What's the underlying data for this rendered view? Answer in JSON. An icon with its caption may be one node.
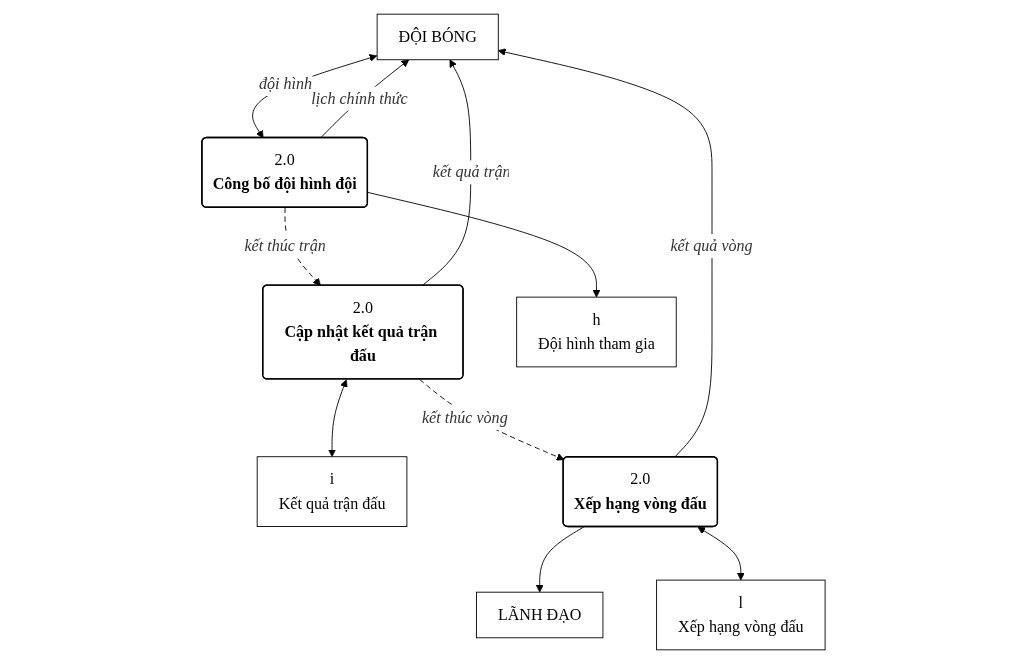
{
  "diagram": {
    "nodes": [
      {
        "text": [
          "ĐỘI BÓNG"
        ]
      },
      {
        "text": [
          "2.0",
          "Công bố đội hình đội"
        ]
      },
      {
        "text": [
          "2.0",
          "Cập nhật kết quả trận đấu"
        ]
      },
      {
        "text": [
          "h",
          "Đội hình tham gia"
        ]
      },
      {
        "text": [
          "i",
          "Kết quả trận đấu"
        ]
      },
      {
        "text": [
          "LÃNH ĐẠO"
        ]
      },
      {
        "text": [
          "2.0",
          "Xếp hạng vòng đấu"
        ]
      },
      {
        "text": [
          "l",
          "Xếp hạng vòng đấu"
        ]
      }
    ],
    "edges": [
      {
        "from": 1,
        "to": 0,
        "arrow": "to",
        "label": "lịch chính thức"
      },
      {
        "from": 0,
        "to": 1,
        "arrow": "both",
        "label": "đội hình"
      },
      {
        "from": 2,
        "to": 0,
        "arrow": "to",
        "label": "kết quả trận"
      },
      {
        "from": 1,
        "to": 2,
        "arrow": "to",
        "label": "kết thúc trận",
        "style": "dashed"
      },
      {
        "from": 1,
        "to": 3,
        "arrow": "to"
      },
      {
        "from": 2,
        "to": 6,
        "arrow": "to",
        "label": "kết thúc vòng",
        "style": "dashed"
      },
      {
        "from": 6,
        "to": 0,
        "arrow": "to",
        "label": "kết quả vòng"
      },
      {
        "from": 2,
        "to": 4,
        "arrow": "both"
      },
      {
        "from": 6,
        "to": 5,
        "arrow": "to"
      },
      {
        "from": 6,
        "to": 7,
        "arrow": "both"
      }
    ]
  }
}
